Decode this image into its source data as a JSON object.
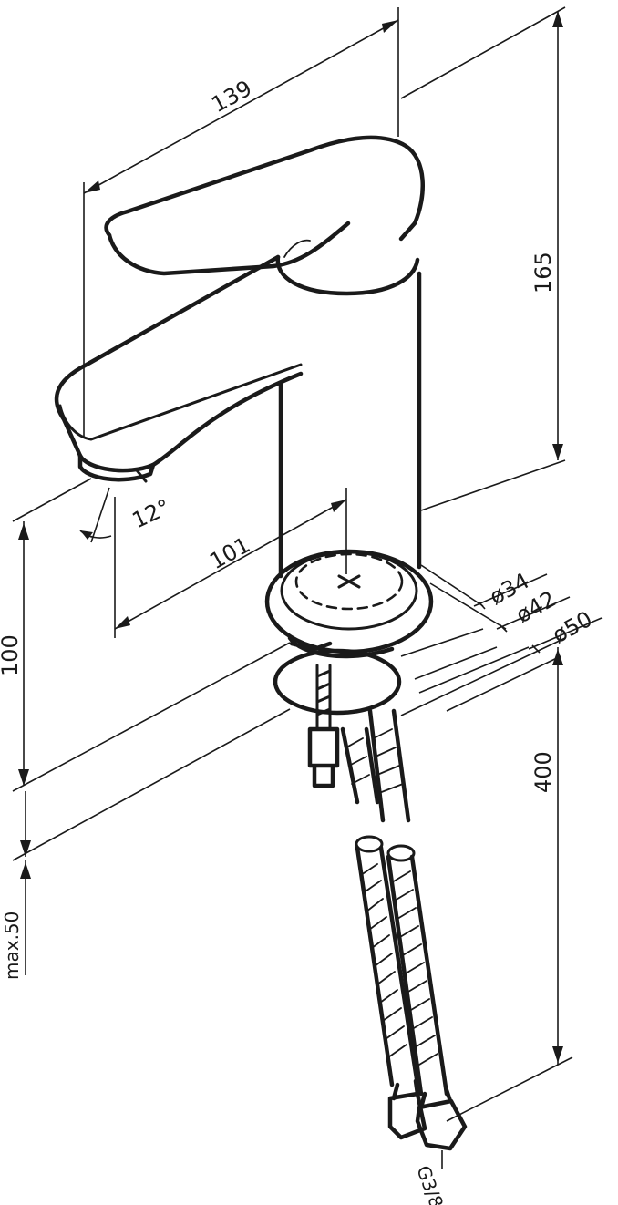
{
  "dimensions": {
    "width_overall": "139",
    "height_top": "165",
    "spout_reach": "101",
    "spout_angle": "12°",
    "spout_height": "100",
    "deck_thickness": "max.50",
    "hose_length": "400",
    "dia_body": "ø34",
    "dia_base": "ø42",
    "dia_flange": "ø50",
    "thread": "G3/8"
  }
}
